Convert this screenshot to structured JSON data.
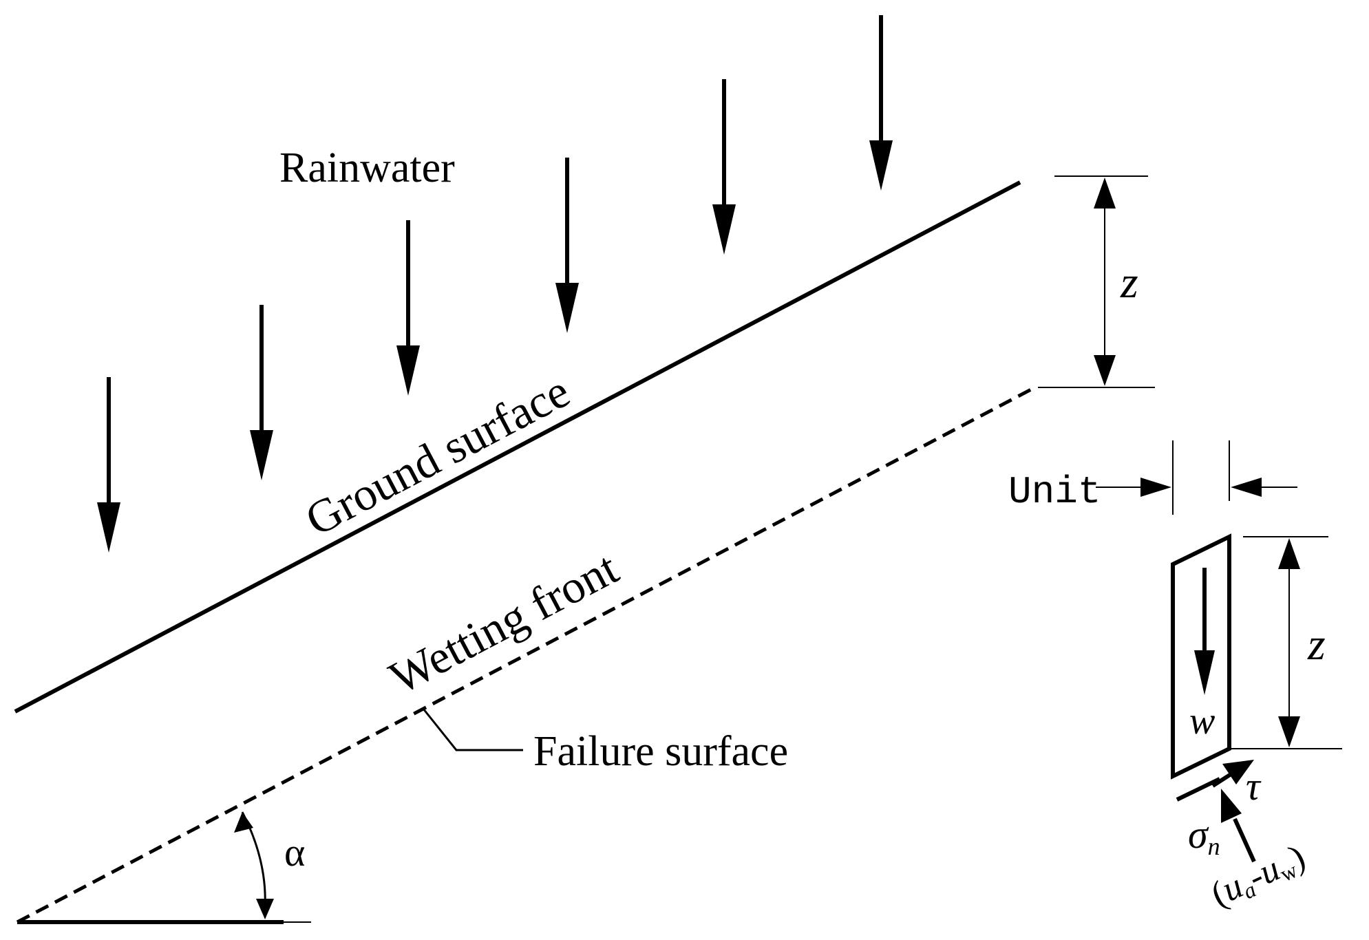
{
  "labels": {
    "rainwater": "Rainwater",
    "ground_surface": "Ground surface",
    "wetting_front": "Wetting front",
    "failure_surface": "Failure surface",
    "angle": "α",
    "depth_top": "z",
    "unit": "Unit",
    "depth_element": "z",
    "weight": "w",
    "shear": "τ",
    "normal_stress_symbol": "σ",
    "normal_stress_subscript": "n",
    "suction_open": "(",
    "suction_a_symbol": "u",
    "suction_a_subscript": "a",
    "suction_minus": "-",
    "suction_w_symbol": "u",
    "suction_w_subscript": "w",
    "suction_close": ")"
  },
  "colors": {
    "stroke": "#000000",
    "background": "#ffffff"
  }
}
